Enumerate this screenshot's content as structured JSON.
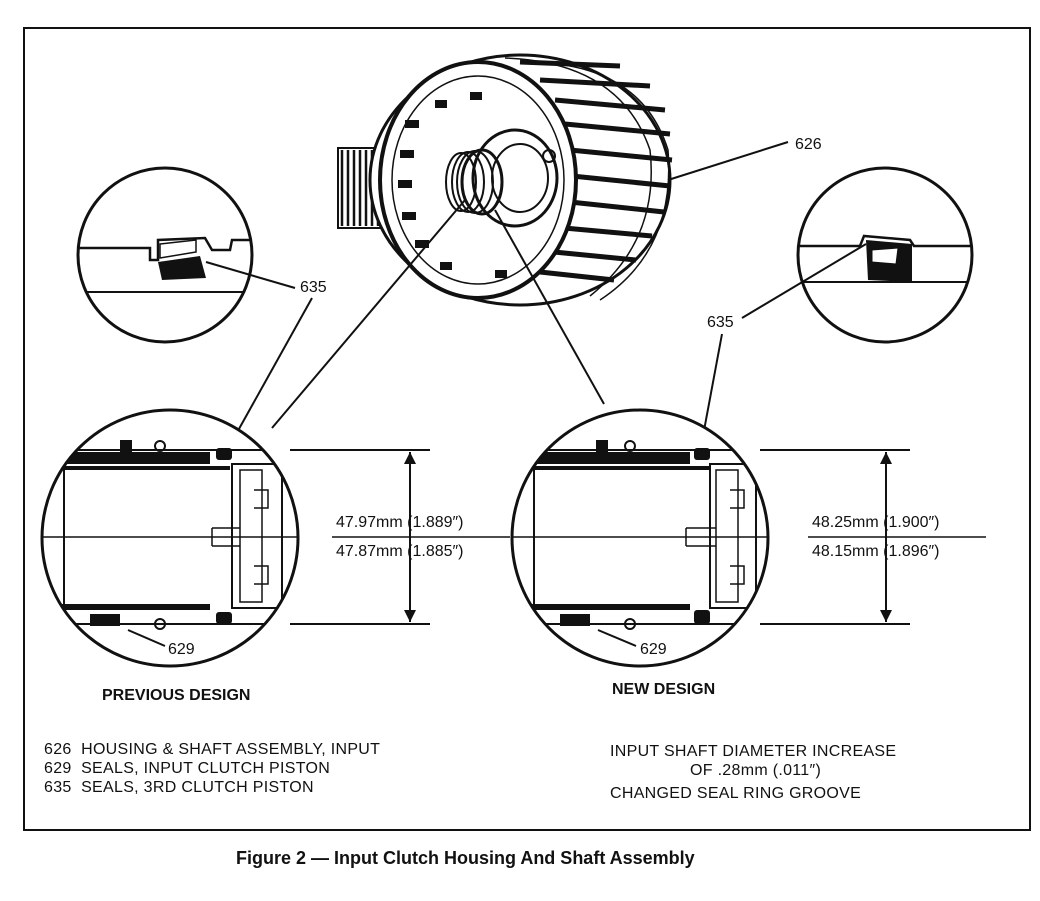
{
  "callouts": {
    "c626": "626",
    "c635_left": "635",
    "c635_right": "635",
    "c629_left": "629",
    "c629_right": "629"
  },
  "previous_design": {
    "title": "PREVIOUS DESIGN",
    "dim_top": "47.97mm (1.889″)",
    "dim_bottom": "47.87mm (1.885″)"
  },
  "new_design": {
    "title": "NEW DESIGN",
    "dim_top": "48.25mm (1.900″)",
    "dim_bottom": "48.15mm (1.896″)"
  },
  "legend": [
    "626  HOUSING & SHAFT ASSEMBLY, INPUT",
    "629  SEALS, INPUT CLUTCH PISTON",
    "635  SEALS, 3RD CLUTCH PISTON"
  ],
  "notes": {
    "line1": "INPUT SHAFT DIAMETER INCREASE",
    "line2": "OF .28mm (.011″)",
    "line3": "CHANGED SEAL RING GROOVE"
  },
  "caption": "Figure 2 — Input Clutch Housing And Shaft Assembly"
}
